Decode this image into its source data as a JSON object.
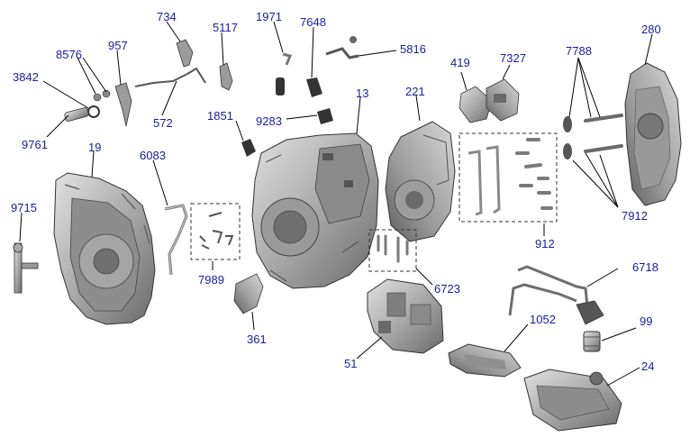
{
  "colors": {
    "label": "#1a1aa6",
    "leader": "#000000",
    "part_fill": "#b4b4b4",
    "part_dark": "#6e6e6e",
    "part_light": "#dcdcdc",
    "outline": "#333333"
  },
  "parts": [
    {
      "id": "p734",
      "label": "734",
      "icon": "bracket-icon"
    },
    {
      "id": "p1971",
      "label": "1971",
      "icon": "dipstick-tube-icon"
    },
    {
      "id": "p7648",
      "label": "7648",
      "icon": "sensor-icon"
    },
    {
      "id": "p5117",
      "label": "5117",
      "icon": "lever-icon"
    },
    {
      "id": "p5816",
      "label": "5816",
      "icon": "shift-linkage-icon"
    },
    {
      "id": "p957",
      "label": "957",
      "icon": "lever-icon"
    },
    {
      "id": "p8576",
      "label": "8576",
      "icon": "bushing-icon"
    },
    {
      "id": "p3842",
      "label": "3842",
      "icon": "seal-icon"
    },
    {
      "id": "p9761",
      "label": "9761",
      "icon": "pin-icon"
    },
    {
      "id": "p572",
      "label": "572",
      "icon": "cable-icon"
    },
    {
      "id": "p1851",
      "label": "1851",
      "icon": "speed-sensor-icon"
    },
    {
      "id": "p9283",
      "label": "9283",
      "icon": "sensor-icon"
    },
    {
      "id": "p13",
      "label": "13",
      "icon": "transmission-case-icon"
    },
    {
      "id": "p221",
      "label": "221",
      "icon": "cover-icon"
    },
    {
      "id": "p419",
      "label": "419",
      "icon": "plate-icon"
    },
    {
      "id": "p7327",
      "label": "7327",
      "icon": "solenoid-icon"
    },
    {
      "id": "p7788",
      "label": "7788",
      "icon": "bolt-icon"
    },
    {
      "id": "p280",
      "label": "280",
      "icon": "housing-icon"
    },
    {
      "id": "p19",
      "label": "19",
      "icon": "converter-housing-icon"
    },
    {
      "id": "p6083",
      "label": "6083",
      "icon": "tube-icon"
    },
    {
      "id": "p9715",
      "label": "9715",
      "icon": "shaft-icon"
    },
    {
      "id": "p7989",
      "label": "7989",
      "icon": "clip-kit-icon"
    },
    {
      "id": "p361",
      "label": "361",
      "icon": "baffle-icon"
    },
    {
      "id": "p912",
      "label": "912",
      "icon": "tube-kit-icon"
    },
    {
      "id": "p7912",
      "label": "7912",
      "icon": "bolt-icon"
    },
    {
      "id": "p6723",
      "label": "6723",
      "icon": "pin-kit-icon"
    },
    {
      "id": "p6718",
      "label": "6718",
      "icon": "cooler-line-icon"
    },
    {
      "id": "p51",
      "label": "51",
      "icon": "valve-body-icon"
    },
    {
      "id": "p1052",
      "label": "1052",
      "icon": "filter-icon"
    },
    {
      "id": "p99",
      "label": "99",
      "icon": "oil-filter-icon"
    },
    {
      "id": "p24",
      "label": "24",
      "icon": "oil-pan-icon"
    }
  ]
}
